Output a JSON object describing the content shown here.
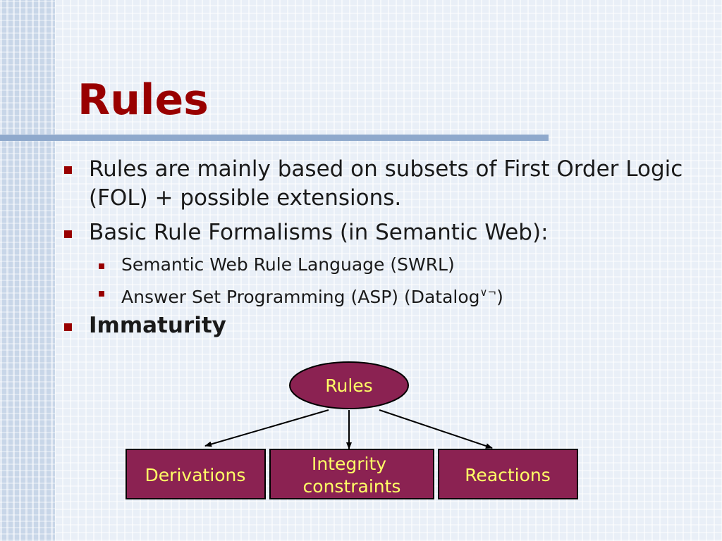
{
  "slide": {
    "title": "Rules",
    "bullets": [
      {
        "text": "Rules are mainly based on subsets of First Order Logic (FOL) + possible extensions."
      },
      {
        "text": "Basic Rule Formalisms (in Semantic Web):",
        "sub": [
          {
            "text": "Semantic Web Rule Language (SWRL)"
          },
          {
            "text": "Answer Set Programming (ASP) (Datalog",
            "sup": "∨¬",
            "after": ")"
          }
        ]
      },
      {
        "text": "Immaturity"
      }
    ]
  },
  "diagram": {
    "root": {
      "label": "Rules"
    },
    "children": [
      {
        "label_lines": [
          "Derivations"
        ]
      },
      {
        "label_lines": [
          "Integrity",
          "constraints"
        ]
      },
      {
        "label_lines": [
          "Reactions"
        ]
      }
    ],
    "colors": {
      "node_fill": "#8b2252",
      "node_stroke": "#000000",
      "node_text": "#ffff66",
      "edge": "#000000"
    }
  },
  "colors": {
    "title": "#990000",
    "bullet": "#990000",
    "text": "#1a1a1a",
    "rule": "#8fa9cc"
  }
}
